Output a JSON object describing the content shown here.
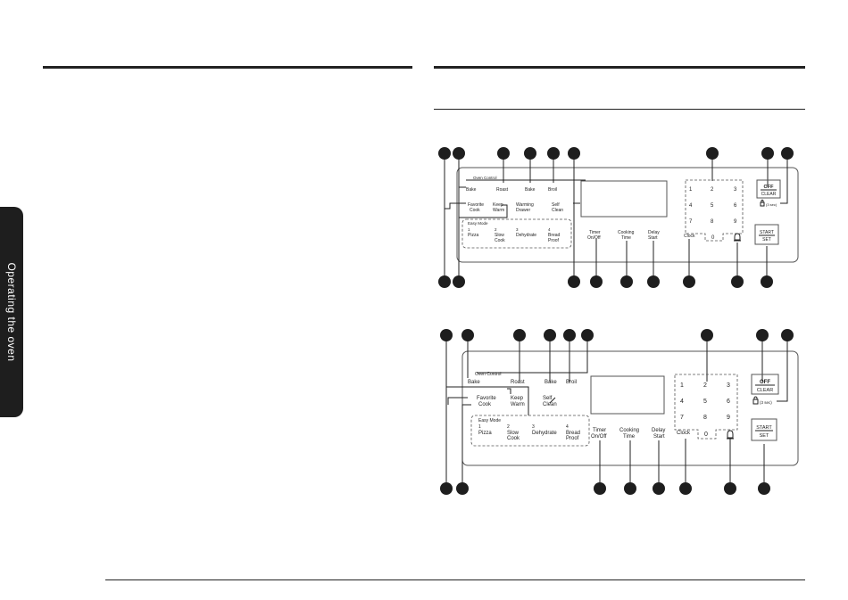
{
  "side_tab": {
    "label": "Operating the oven"
  },
  "panel": {
    "oven_control": "Oven Control",
    "bake_icon": "Bake",
    "roast": "Roast",
    "bake": "Bake",
    "broil": "Broil",
    "favorite": [
      "Favorite",
      "Cook"
    ],
    "keep_warm": [
      "Keep",
      "Warm"
    ],
    "warming_drawer": [
      "Warming",
      "Drawer"
    ],
    "self_clean": [
      "Self",
      "Clean"
    ],
    "easy_mode": "Easy Mode",
    "easy_items": [
      {
        "num": "1",
        "l1": "Pizza",
        "l2": ""
      },
      {
        "num": "2",
        "l1": "Slow",
        "l2": "Cook"
      },
      {
        "num": "3",
        "l1": "Dehydrate",
        "l2": ""
      },
      {
        "num": "4",
        "l1": "Bread",
        "l2": "Proof"
      }
    ],
    "timer": [
      "Timer",
      "On/Off"
    ],
    "cooking_time": [
      "Cooking",
      "Time"
    ],
    "delay_start": [
      "Delay",
      "Start"
    ],
    "clock": "Clock",
    "keys": [
      "1",
      "2",
      "3",
      "4",
      "5",
      "6",
      "7",
      "8",
      "9",
      "0"
    ],
    "off_clear": [
      "OFF",
      "CLEAR"
    ],
    "lock_label": "(3 sec)",
    "start_set": [
      "START",
      "SET"
    ]
  }
}
